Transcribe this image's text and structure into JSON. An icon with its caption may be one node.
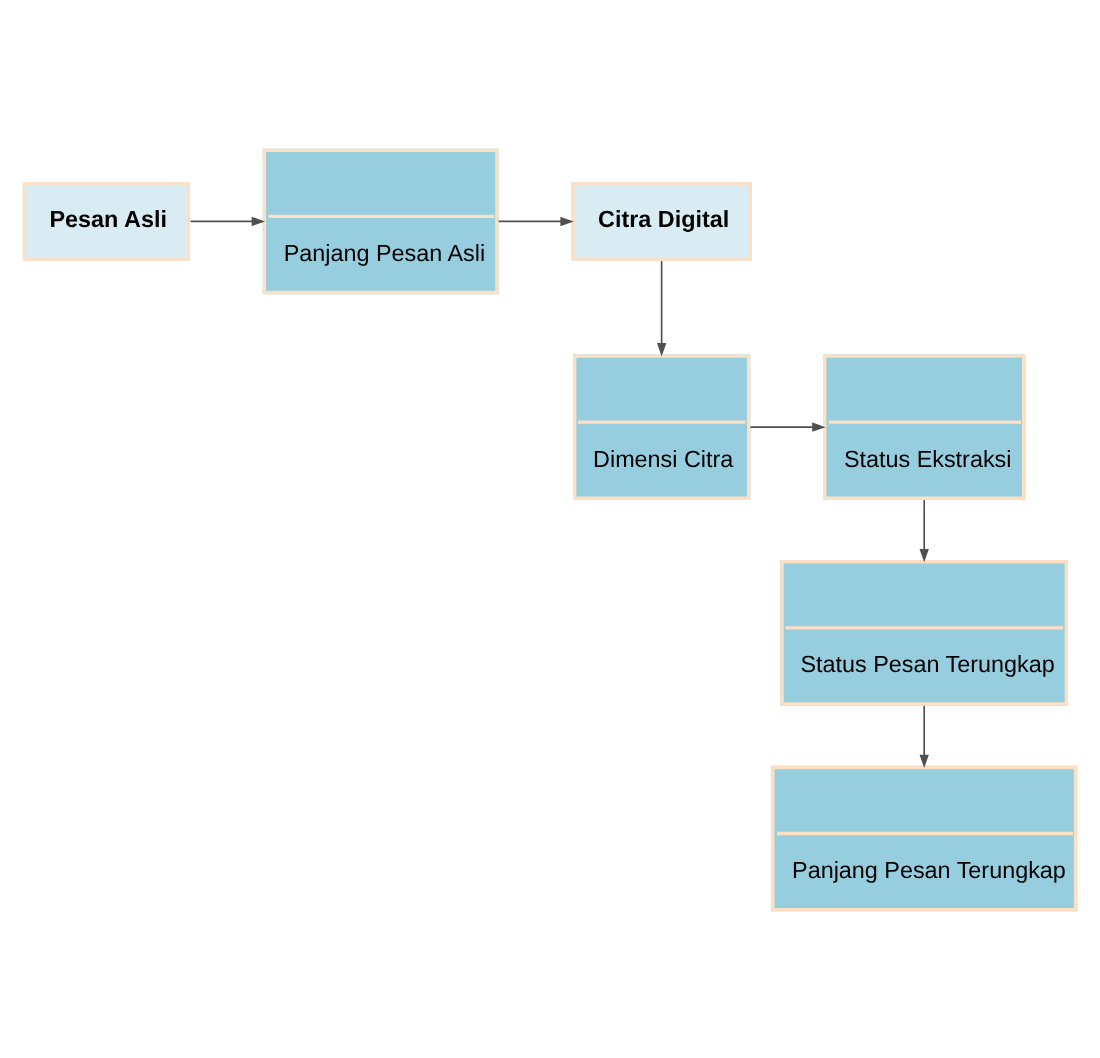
{
  "diagram": {
    "nodes": [
      {
        "text": [
          "Pesan Asli"
        ]
      },
      {
        "text": [
          "Panjang Pesan Asli"
        ]
      },
      {
        "text": [
          "Citra Digital"
        ]
      },
      {
        "text": [
          "Dimensi Citra"
        ]
      },
      {
        "text": [
          "Status Ekstraksi"
        ]
      },
      {
        "text": [
          "Status Pesan Terungkap"
        ]
      },
      {
        "text": [
          "Panjang Pesan Terungkap"
        ]
      }
    ],
    "edges": [
      {
        "from": 0,
        "to": 1,
        "arrow": "to"
      },
      {
        "from": 1,
        "to": 2,
        "arrow": "to"
      },
      {
        "from": 2,
        "to": 3,
        "arrow": "to"
      },
      {
        "from": 3,
        "to": 4,
        "arrow": "to"
      },
      {
        "from": 4,
        "to": 5,
        "arrow": "to"
      },
      {
        "from": 5,
        "to": 6,
        "arrow": "to"
      }
    ]
  }
}
